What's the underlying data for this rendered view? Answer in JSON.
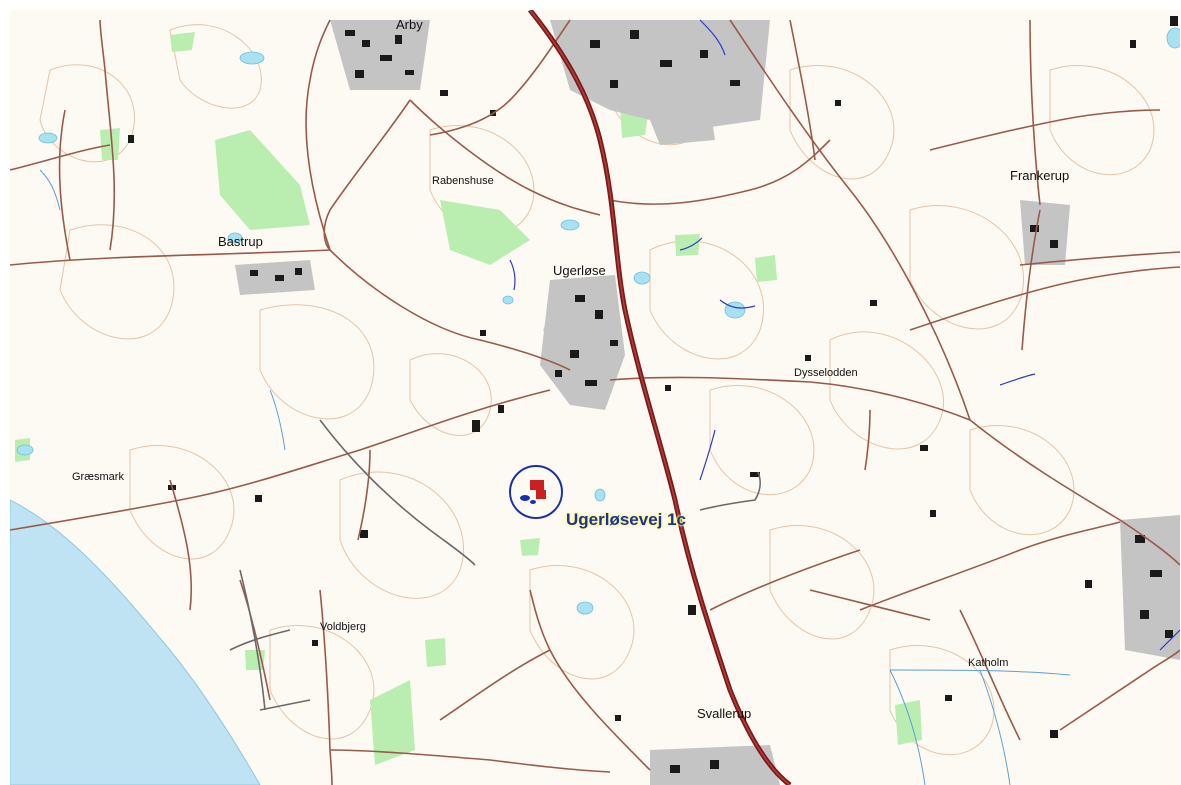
{
  "map": {
    "places": {
      "arby": "Arby",
      "rabenshuse": "Rabenshuse",
      "frankerup": "Frankerup",
      "bastrup": "Bastrup",
      "ugerlose": "Ugerløse",
      "dysselodden": "Dysselodden",
      "graesmark": "Græsmark",
      "voldbjerg": "Voldbjerg",
      "katholm": "Katholm",
      "svallerup": "Svallerup"
    },
    "marker": {
      "label": "Ugerløsevej 1c",
      "icon": "location-circle-icon"
    },
    "colors": {
      "land": "#fdfaf3",
      "sea": "#bfe3f3",
      "forest": "#b9eeb0",
      "town": "#c4c4c4",
      "main-road": "#7a1a1a",
      "road": "#9a5a4a",
      "contour": "#e6c4a4",
      "stream": "#2a3ad0",
      "pond": "#a8e2f0",
      "marker": "#1a2fb0",
      "marker-label": "#1a2fb0"
    }
  }
}
